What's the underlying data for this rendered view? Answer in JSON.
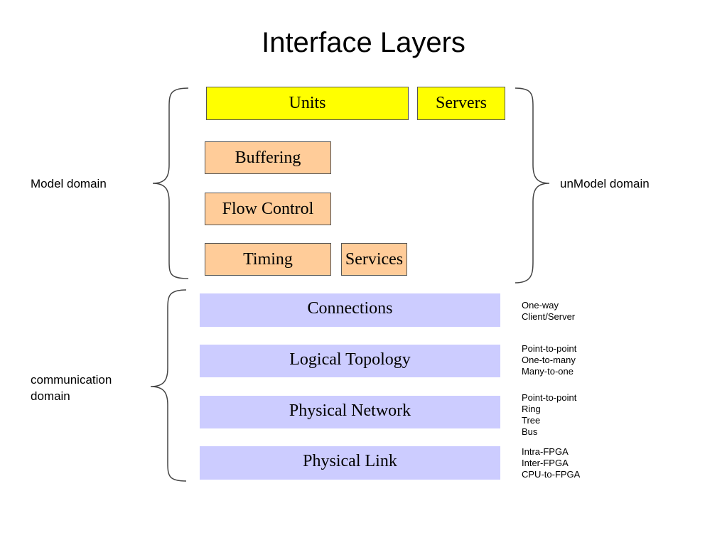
{
  "title": "Interface Layers",
  "model_layers": {
    "units": "Units",
    "servers": "Servers",
    "buffering": "Buffering",
    "flow_control": "Flow Control",
    "timing": "Timing",
    "services": "Services"
  },
  "comm_layers": {
    "connections": "Connections",
    "logical_topology": "Logical Topology",
    "physical_network": "Physical Network",
    "physical_link": "Physical Link"
  },
  "domains": {
    "model": "Model domain",
    "unmodel": "unModel domain",
    "communication_line1": "communication",
    "communication_line2": "domain"
  },
  "notes": {
    "connections": [
      "One-way",
      "Client/Server"
    ],
    "logical_topology": [
      "Point-to-point",
      "One-to-many",
      "Many-to-one"
    ],
    "physical_network": [
      "Point-to-point",
      "Ring",
      "Tree",
      "Bus"
    ],
    "physical_link": [
      "Intra-FPGA",
      "Inter-FPGA",
      "CPU-to-FPGA"
    ]
  },
  "colors": {
    "units_servers": "#ffff00",
    "model_boxes": "#ffcc99",
    "comm_boxes": "#ccccff"
  }
}
